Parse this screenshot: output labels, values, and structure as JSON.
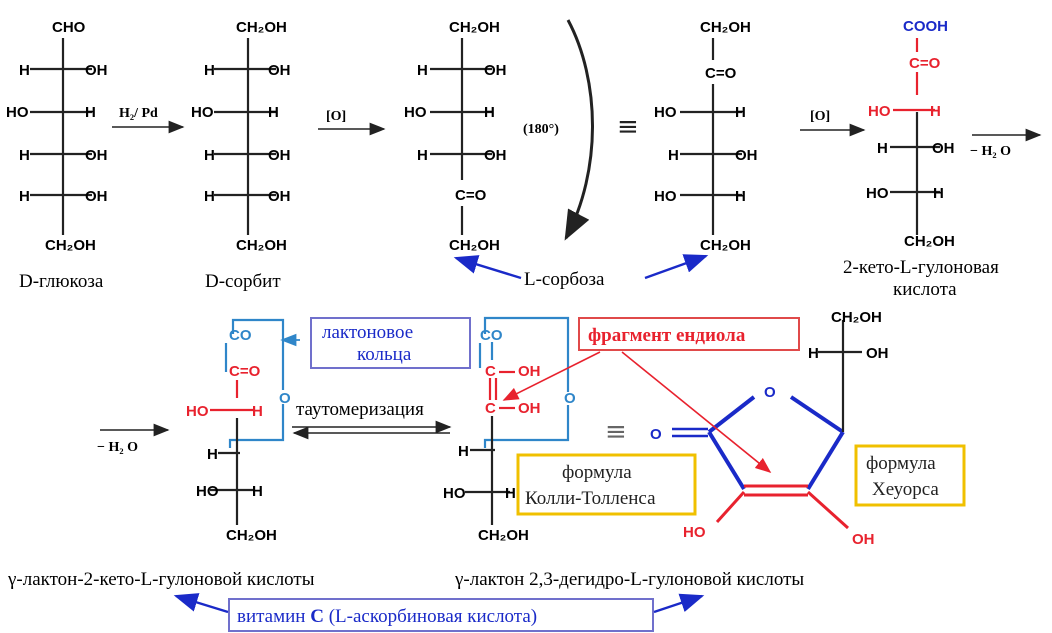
{
  "colors": {
    "black": "#222222",
    "blue": "#1a2ac8",
    "red": "#e8222e",
    "lightblue": "#2f86c9",
    "yellow": "#f0c000",
    "frame": "#7070cc",
    "redframe": "#e04a4a"
  },
  "glucose": {
    "top": "CHO",
    "r1l": "H",
    "r1r": "OH",
    "r2l": "HO",
    "r2r": "H",
    "r3l": "H",
    "r3r": "OH",
    "r4l": "H",
    "r4r": "OH",
    "bottom": "CH₂OH",
    "name": "D-глюкоза"
  },
  "sorbit": {
    "top": "CH₂OH",
    "r1l": "H",
    "r1r": "OH",
    "r2l": "HO",
    "r2r": "H",
    "r3l": "H",
    "r3r": "OH",
    "r4l": "H",
    "r4r": "OH",
    "bottom": "CH₂OH",
    "name": "D-сорбит"
  },
  "sorbose_a": {
    "top": "CH₂OH",
    "r1l": "H",
    "r1r": "OH",
    "r2l": "HO",
    "r2r": "H",
    "r3l": "H",
    "r3r": "OH",
    "co": "C=O",
    "bottom": "CH₂OH"
  },
  "sorbose_b": {
    "top": "CH₂OH",
    "co": "C=O",
    "r2l": "HO",
    "r2r": "H",
    "r3l": "H",
    "r3r": "OH",
    "r4l": "HO",
    "r4r": "H",
    "bottom": "CH₂OH"
  },
  "ketogulonic": {
    "top": "COOH",
    "co": "C=O",
    "r2l": "HO",
    "r2r": "H",
    "r3l": "H",
    "r3r": "OH",
    "r4l": "HO",
    "r4r": "H",
    "bottom": "CH₂OH",
    "name1": "2-кето-L-гулоновая",
    "name2": "кислота"
  },
  "arrows": {
    "h2pd": "H₂/ Pd",
    "ox1": "[O]",
    "ox2": "[O]",
    "rot": "(180°)",
    "equiv": "≡",
    "minus_h2o_1": "− H₂ O",
    "minus_h2o_2": "− H₂ O",
    "taut": "таутомеризация"
  },
  "sorbose_name": "L-сорбоза",
  "lactone1": {
    "co1": "CO",
    "co2": "C=O",
    "o": "O",
    "r1l": "HO",
    "r1r": "H",
    "r2l": "H",
    "r3l": "HO",
    "r3r": "H",
    "bottom": "CH₂OH",
    "name": "γ-лактон-2-кето-L-гулоновой кислоты"
  },
  "lactone2": {
    "co1": "CO",
    "c1": "C",
    "c1r": "OH",
    "c2": "C",
    "c2r": "OH",
    "o": "O",
    "r1l": "H",
    "r2l": "HO",
    "r2r": "H",
    "bottom": "CH₂OH",
    "name": "γ-лактон 2,3-дегидро-L-гулоновой кислоты"
  },
  "haworth": {
    "top": "CH₂OH",
    "side_l": "H",
    "side_r": "OH",
    "ring_o": "O",
    "exo_o": "O",
    "oh_l": "HO",
    "oh_r": "OH"
  },
  "boxes": {
    "lactone_ring1": "лактоновое",
    "lactone_ring2": "кольца",
    "endiol": "фрагмент ендиола",
    "kolli1": "формула",
    "kolli2": "Колли-Толленса",
    "haworth1": "формула",
    "haworth2": "Хеуорса",
    "vitamin_pre": "витамин ",
    "vitamin_c": "C",
    "vitamin_post": " (L-аскорбиновая кислота)"
  }
}
